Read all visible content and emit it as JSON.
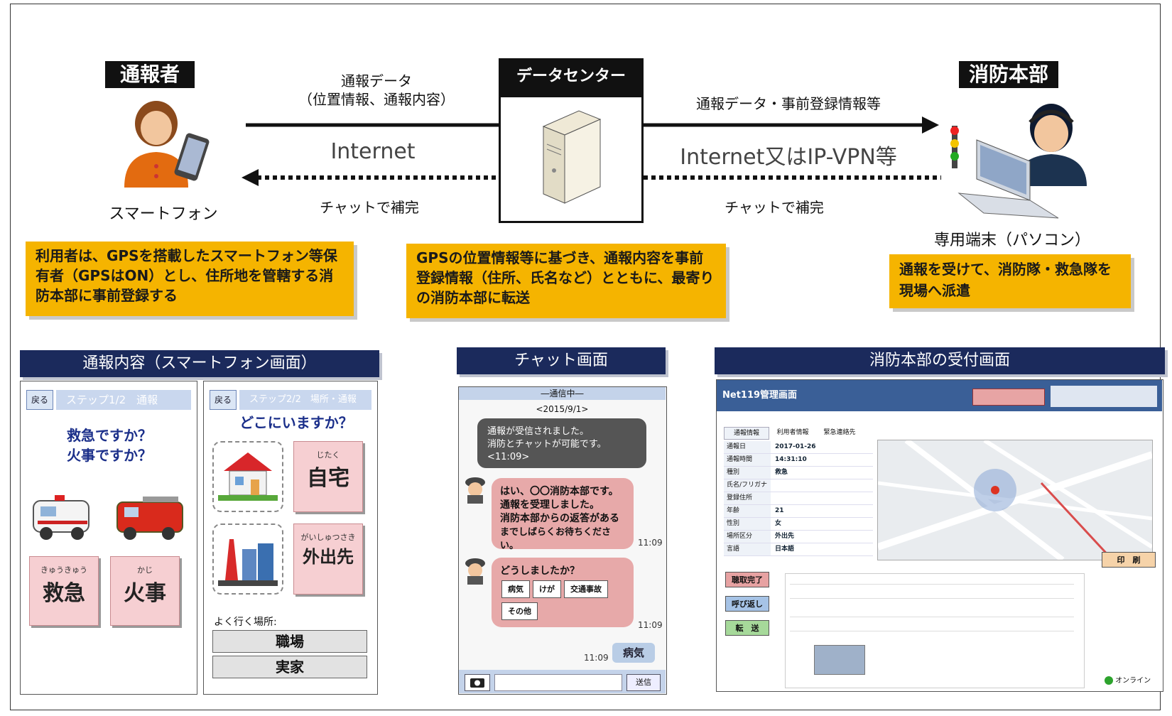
{
  "top": {
    "caller_title": "通報者",
    "datacenter_title": "データセンター",
    "firehq_title": "消防本部",
    "caller_device": "スマートフォン",
    "hq_device": "専用端末（パソコン）",
    "left_arrow_top_line1": "通報データ",
    "left_arrow_top_line2": "（位置情報、通報内容）",
    "left_net": "Internet",
    "left_chat": "チャットで補完",
    "right_arrow_top": "通報データ・事前登録情報等",
    "right_net": "Internet又はIP-VPN等",
    "right_chat": "チャットで補完"
  },
  "notes": {
    "left": "利用者は、GPSを搭載したスマートフォン等保有者（GPSはON）とし、住所地を管轄する消防本部に事前登録する",
    "center": "GPSの位置情報等に基づき、通報内容を事前登録情報（住所、氏名など）とともに、最寄りの消防本部に転送",
    "right": "通報を受けて、消防隊・救急隊を現場へ派遣"
  },
  "sections": {
    "phone": "通報内容（スマートフォン画面）",
    "chat": "チャット画面",
    "hq": "消防本部の受付画面"
  },
  "phone1": {
    "back": "戻る",
    "step": "ステップ1/2　通報",
    "q1": "救急ですか？",
    "q2": "火事ですか？",
    "btn1_ruby": "きゅうきゅう",
    "btn1": "救急",
    "btn2_ruby": "かじ",
    "btn2": "火事"
  },
  "phone2": {
    "back": "戻る",
    "step": "ステップ2/2　場所・通報",
    "q": "どこにいますか？",
    "btn1_ruby": "じたく",
    "btn1": "自宅",
    "btn2_ruby": "がいしゅつさき",
    "btn2": "外出先",
    "frequent": "よく行く場所:",
    "place1": "職場",
    "place2": "実家"
  },
  "chat": {
    "status": "―通信中―",
    "date": "<2015/9/1>",
    "sys_line1": "通報が受信されました。",
    "sys_line2": "消防とチャットが可能です。",
    "sys_line3": "<11:09>",
    "msg1_line1": "はい、〇〇消防本部です。",
    "msg1_line2": "通報を受理しました。",
    "msg1_line3": "消防本部からの返答がある",
    "msg1_line4": "までしばらくお待ちください。",
    "msg1_time": "11:09",
    "msg2": "どうしましたか？",
    "chip1": "病気",
    "chip2": "けが",
    "chip3": "交通事故",
    "chip4": "その他",
    "msg2_time": "11:09",
    "reply": "病気",
    "reply_time": "11:09",
    "send": "送信"
  },
  "pc": {
    "title": "Net119管理画面",
    "tab1": "通報情報",
    "tab2": "利用者情報",
    "tab3": "緊急連絡先",
    "row_labels": [
      "通報日",
      "通報時間",
      "種別",
      "氏名/フリガナ",
      "登録住所",
      "年齢",
      "性別",
      "場所区分",
      "言語"
    ],
    "row_values": [
      "2017-01-26",
      "14:31:10",
      "救急",
      "",
      "",
      "21",
      "女",
      "外出先",
      "日本語"
    ],
    "btn_done": "聴取完了",
    "btn_call": "呼び返し",
    "btn_transfer": "転　送",
    "btn_print": "印　刷",
    "online": "オンライン"
  },
  "colors": {
    "gold": "#f5b400",
    "navy": "#1b2a5c",
    "pink": "#f6cfd2",
    "chat_pink": "#e7a9a9"
  }
}
